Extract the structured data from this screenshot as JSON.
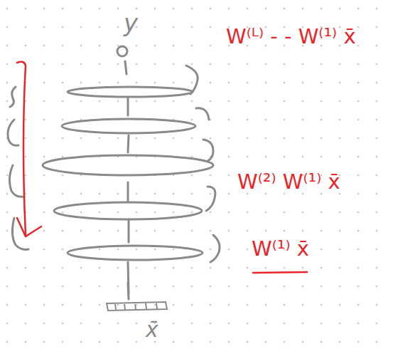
{
  "diagram": {
    "labels": [
      "y",
      "x̄",
      "W⁽ᴸ⁾ - - W⁽¹⁾ x̄",
      "W⁽²⁾ W⁽¹⁾ x̄",
      "W⁽¹⁾ x̄"
    ]
  }
}
